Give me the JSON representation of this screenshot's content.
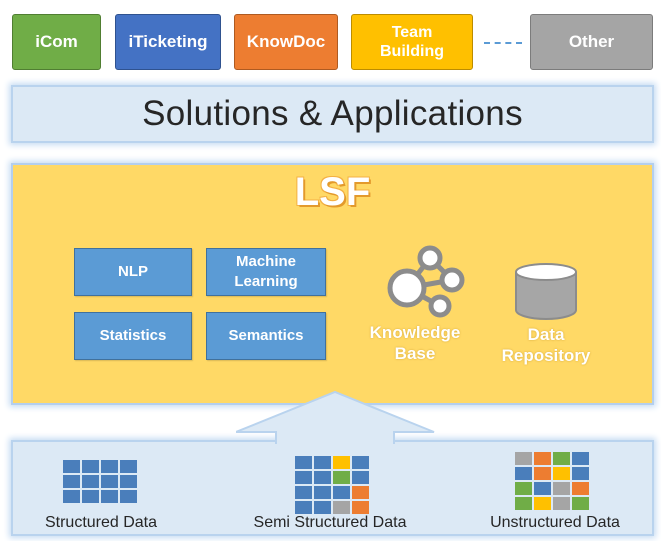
{
  "applications": [
    {
      "label": "iCom",
      "color": "#70ad47"
    },
    {
      "label": "iTicketing",
      "color": "#4472c4"
    },
    {
      "label": "KnowDoc",
      "color": "#ed7d31"
    },
    {
      "label": "Team\nBuilding",
      "color": "#ffc000"
    },
    {
      "label": "Other",
      "color": "#a5a5a5"
    }
  ],
  "solutions": {
    "title": "Solutions & Applications"
  },
  "lsf": {
    "title": "LSF",
    "techniques": [
      "NLP",
      "Machine\nLearning",
      "Statistics",
      "Semantics"
    ],
    "knowledge_base": {
      "label": "Knowledge\nBase",
      "icon": "network-nodes-icon"
    },
    "data_repository": {
      "label": "Data\nRepository",
      "icon": "database-icon"
    }
  },
  "data_sources": [
    {
      "label": "Structured Data",
      "icon": "structured-grid-icon"
    },
    {
      "label": "Semi Structured Data",
      "icon": "semi-structured-grid-icon"
    },
    {
      "label": "Unstructured Data",
      "icon": "unstructured-grid-icon"
    }
  ],
  "colors": {
    "accent_blue": "#5b9bd5",
    "lsf_yellow": "#ffd966",
    "band_blue": "#dce9f5"
  }
}
